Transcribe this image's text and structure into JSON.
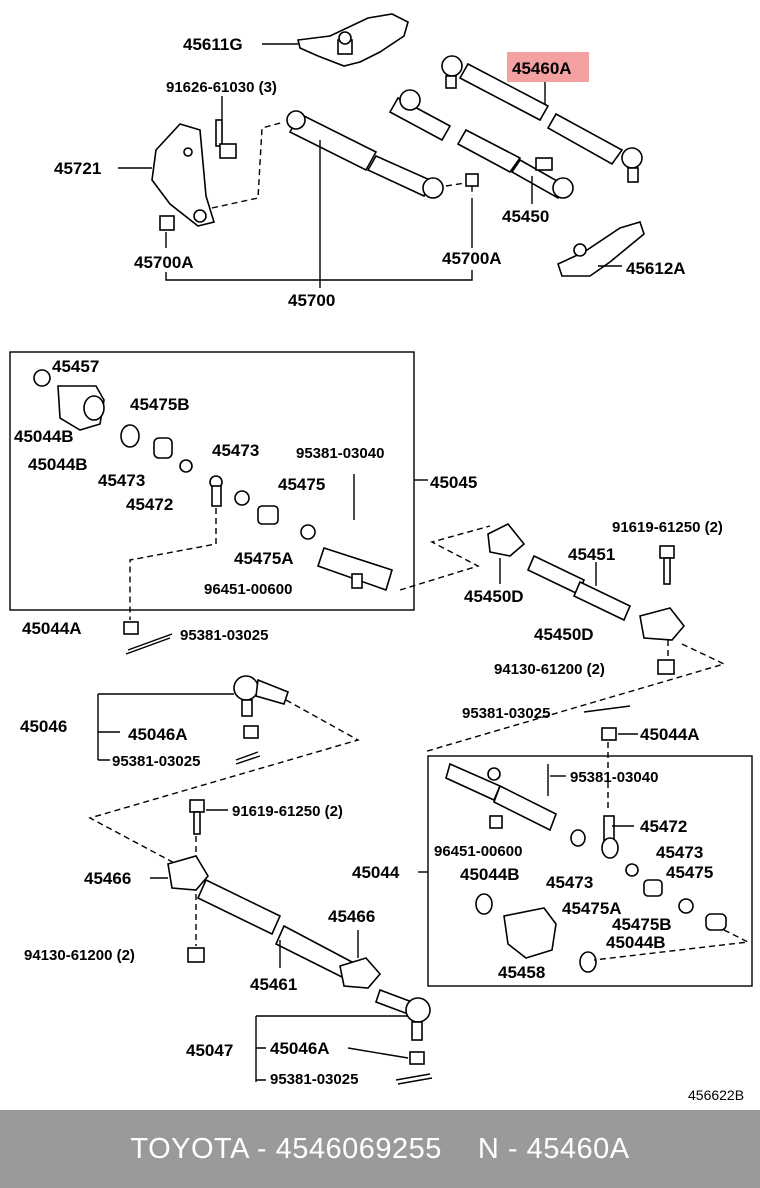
{
  "labels": {
    "l45611G": "45611G",
    "l91626": "91626-61030 (3)",
    "l45460A": "45460A",
    "l45721": "45721",
    "l45450": "45450",
    "l45700A_left": "45700A",
    "l45700A_right": "45700A",
    "l45612A": "45612A",
    "l45700": "45700",
    "l45457": "45457",
    "l45475B_top": "45475B",
    "l45044B_1": "45044B",
    "l45044B_2": "45044B",
    "l45473_1": "45473",
    "l45473_2": "45473",
    "l95381_03040_top": "95381-03040",
    "l45045": "45045",
    "l45475_top": "45475",
    "l45472_top": "45472",
    "l45475A_top": "45475A",
    "l96451_top": "96451-00600",
    "l91619_top": "91619-61250 (2)",
    "l45451": "45451",
    "l45450D_1": "45450D",
    "l45450D_2": "45450D",
    "l45044A_left": "45044A",
    "l95381_03025_a": "95381-03025",
    "l94130_top": "94130-61200 (2)",
    "l95381_03025_b": "95381-03025",
    "l45046": "45046",
    "l45046A_top": "45046A",
    "l95381_03025_c": "95381-03025",
    "l45044A_right": "45044A",
    "l95381_03040_bot": "95381-03040",
    "l91619_bot": "91619-61250 (2)",
    "l45472_bot": "45472",
    "l96451_bot": "96451-00600",
    "l45473_3": "45473",
    "l45473_4": "45473",
    "l45466_left": "45466",
    "l45044": "45044",
    "l45044B_3": "45044B",
    "l45475_bot": "45475",
    "l45475A_bot": "45475A",
    "l45475B_bot": "45475B",
    "l45466_right": "45466",
    "l45044B_4": "45044B",
    "l94130_bot": "94130-61200 (2)",
    "l45461": "45461",
    "l45458": "45458",
    "l45047": "45047",
    "l45046A_bot": "45046A",
    "l95381_03025_d": "95381-03025",
    "figure_code": "456622B"
  },
  "highlight_color": "#f4a0a0",
  "footer": {
    "brand_part": "TOYOTA - 4546069255",
    "ref_part": "N - 45460A"
  }
}
